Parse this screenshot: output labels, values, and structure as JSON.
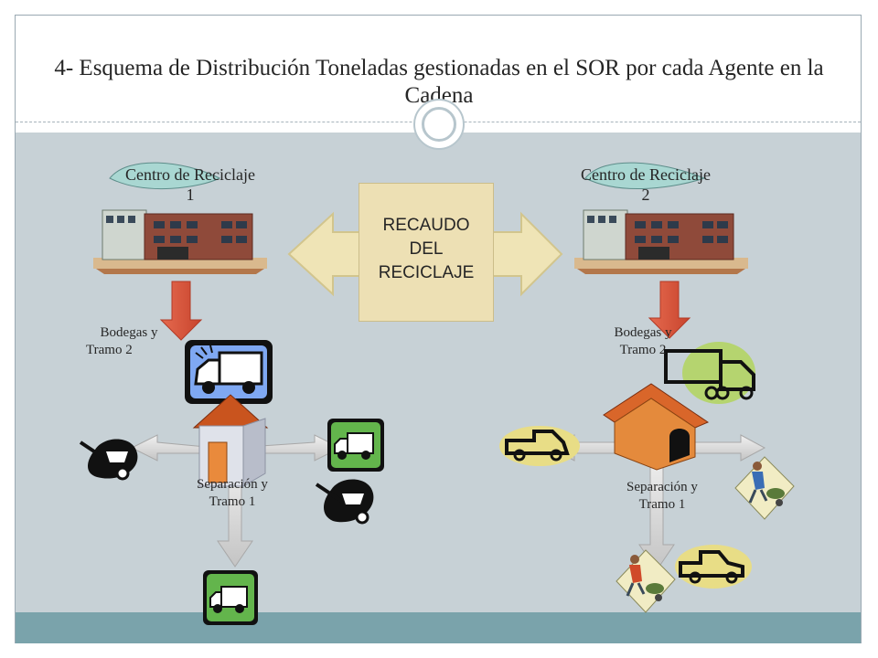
{
  "slide": {
    "title": "4- Esquema  de Distribución  Toneladas gestionadas en el SOR por cada Agente en  la Cadena"
  },
  "left": {
    "center_line1": "Centro de Reciclaje",
    "center_line2": "1",
    "bodegas_line1": "Bodegas y",
    "bodegas_line2": "Tramo 2",
    "separacion_line1": "Separación y",
    "separacion_line2": "Tramo 1"
  },
  "right": {
    "center_line1": "Centro de Reciclaje",
    "center_line2": "2",
    "bodegas_line1": "Bodegas y",
    "bodegas_line2": "Tramo 2",
    "separacion_line1": "Separación y",
    "separacion_line2": "Tramo 1"
  },
  "middle": {
    "line1": "RECAUDO",
    "line2": "DEL",
    "line3": "RECICLAJE"
  },
  "colors": {
    "arrow_down": "#d9573f",
    "double_arrow": "#efe4b6",
    "gray_arrow": "#d4d4d4",
    "content_bg": "#c7d1d6",
    "footer_bg": "#7aa3ab"
  },
  "icons": [
    "factory-icon",
    "truck-icon",
    "house-icon",
    "doghouse-icon",
    "wheelbarrow-icon",
    "worker-icon"
  ]
}
